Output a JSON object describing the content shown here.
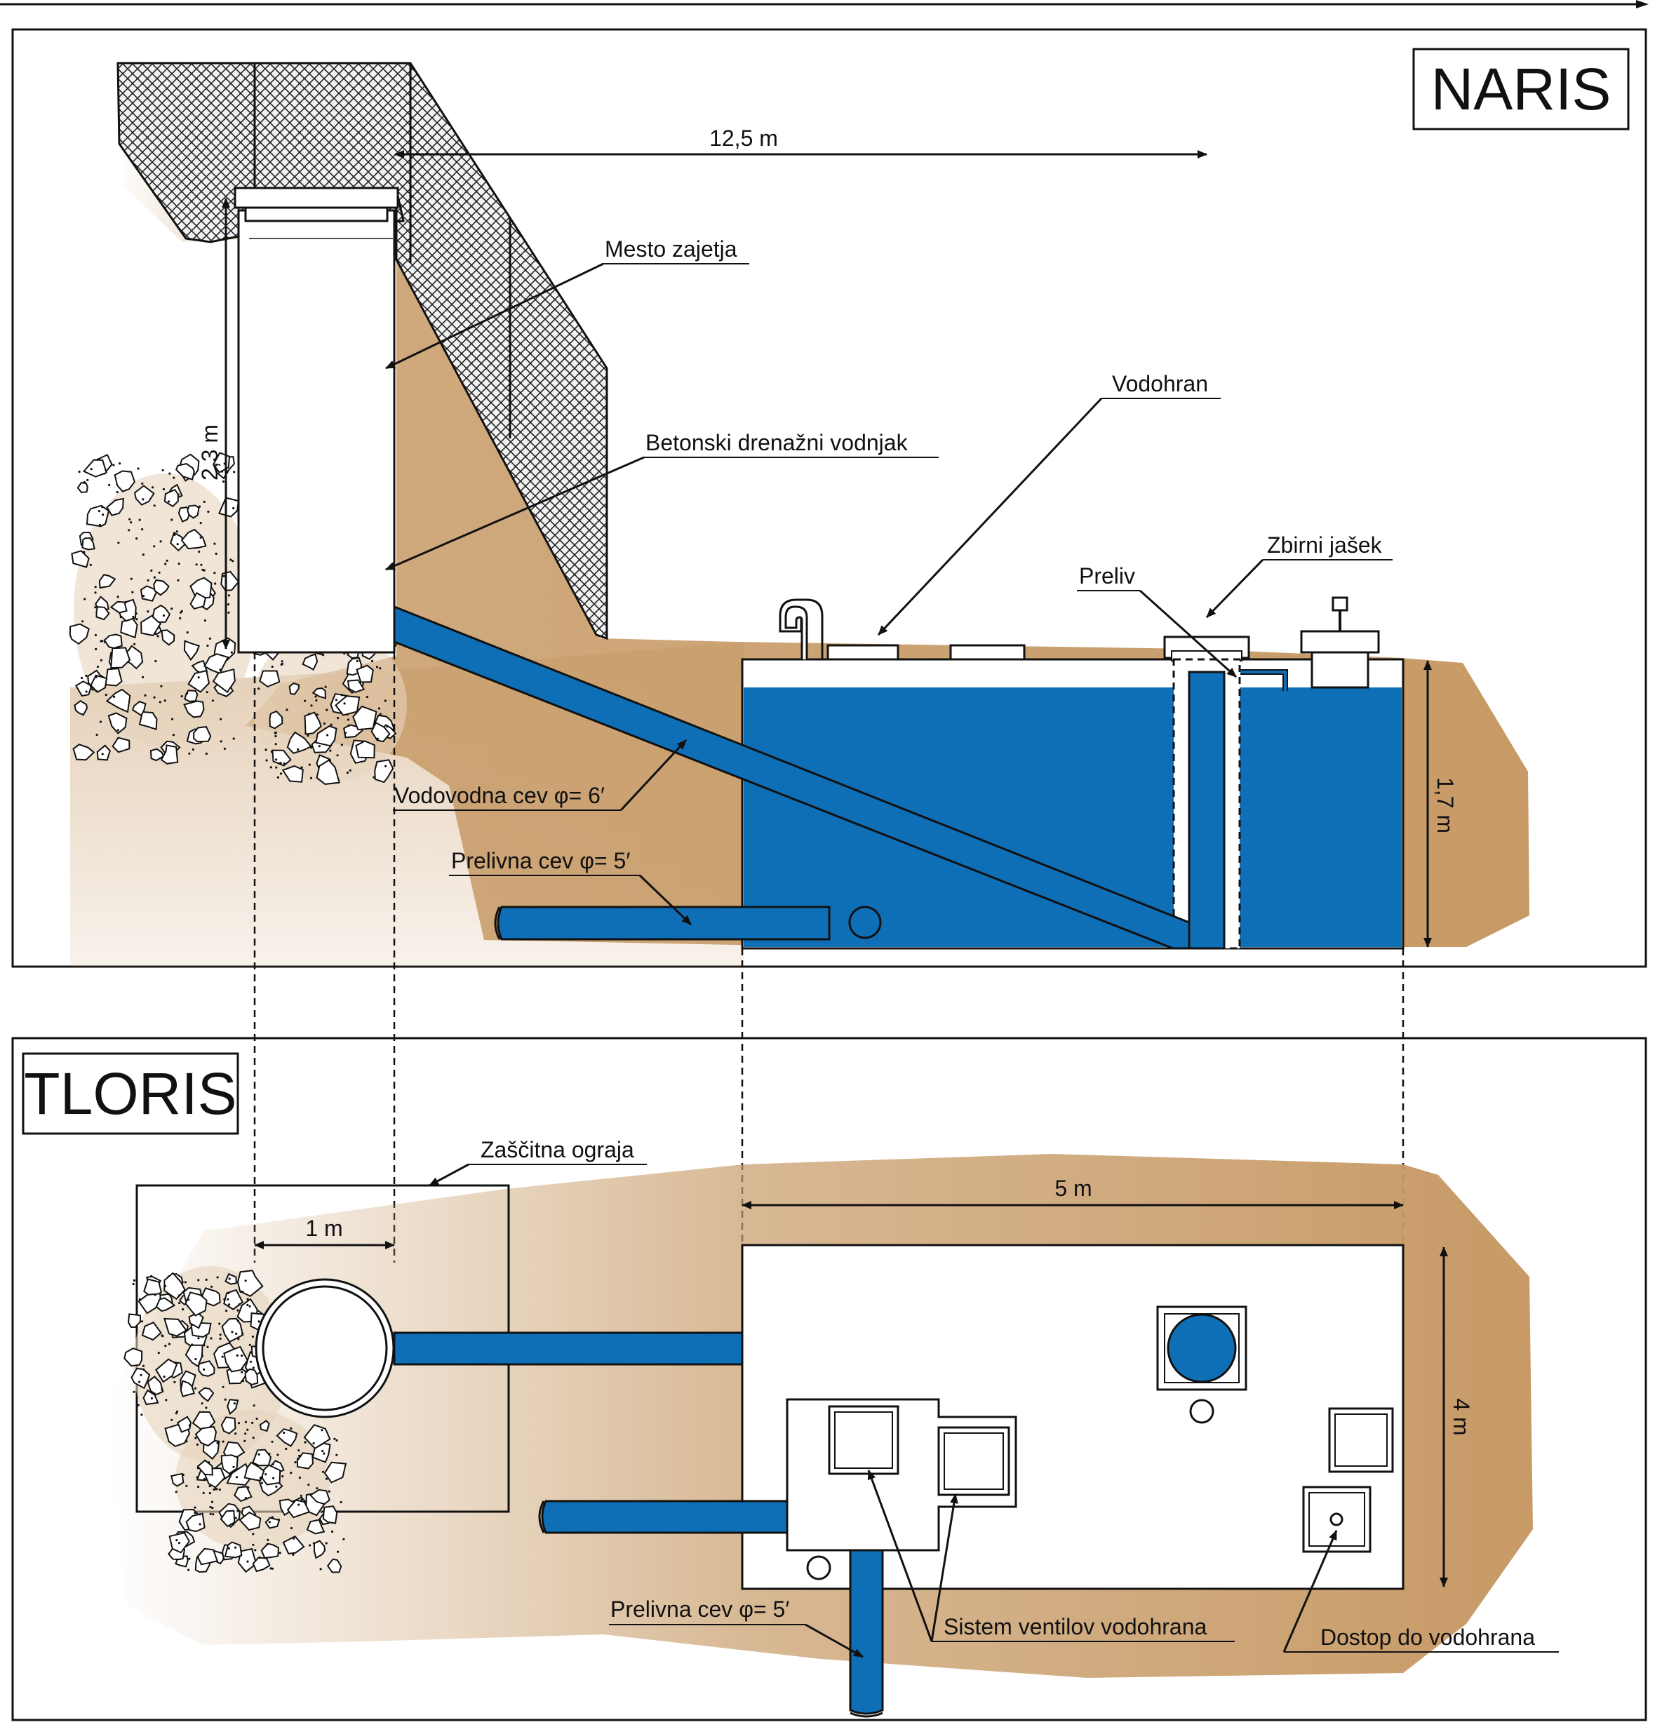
{
  "colors": {
    "water": "#0e6fb6",
    "soil": "#c79a66",
    "outline": "#111111"
  },
  "sections": {
    "elevation_title": "NARIS",
    "plan_title": "TLORIS"
  },
  "elevation": {
    "dim_length": "12,5 m",
    "dim_well_height": "2,3 m",
    "dim_tank_height": "1,7 m",
    "label_catchment": "Mesto zajetja",
    "label_drain_well": "Betonski drenažni vodnjak",
    "label_reservoir": "Vodohran",
    "label_collection_shaft": "Zbirni jašek",
    "label_overflow": "Preliv",
    "label_water_pipe": "Vodovodna cev φ= 6′",
    "label_overflow_pipe": "Prelivna cev φ= 5′"
  },
  "plan": {
    "dim_well_width": "1 m",
    "dim_tank_length": "5 m",
    "dim_tank_width": "4 m",
    "label_fence": "Zaščitna ograja",
    "label_overflow_pipe": "Prelivna cev φ= 5′",
    "label_valve_system": "Sistem ventilov vodohrana",
    "label_access": "Dostop do vodohrana"
  }
}
